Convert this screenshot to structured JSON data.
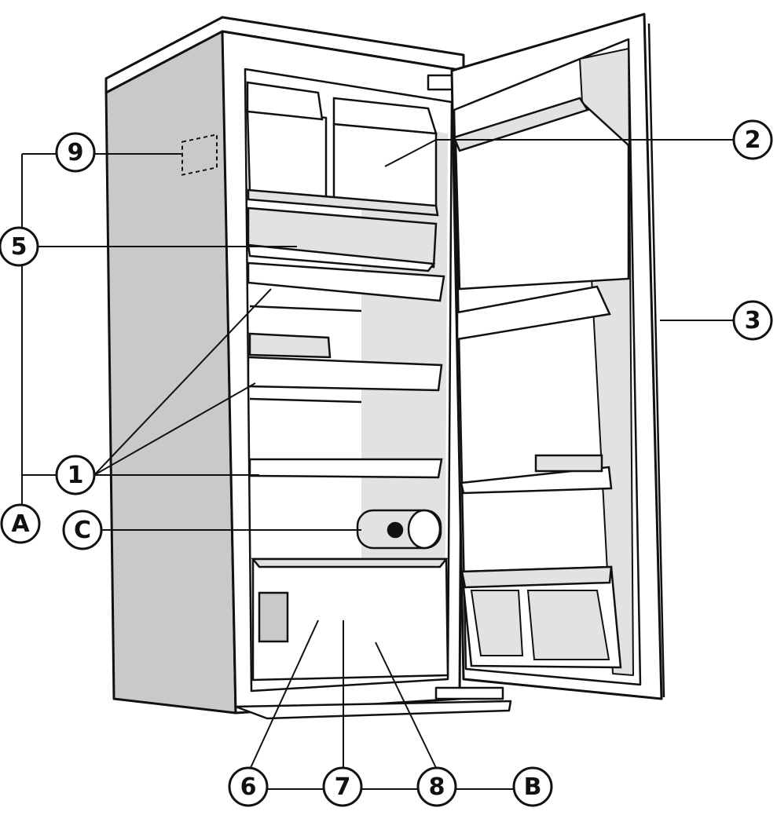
{
  "colors": {
    "ink": "#111111",
    "cabinet_shade": "#c9c9c9",
    "light_shade": "#e2e2e2",
    "paper": "#ffffff"
  },
  "callouts": {
    "label_1": "1",
    "label_2": "2",
    "label_3": "3",
    "label_5": "5",
    "label_6": "6",
    "label_7": "7",
    "label_8": "8",
    "label_9": "9",
    "label_A": "A",
    "label_B": "B",
    "label_C": "C"
  }
}
